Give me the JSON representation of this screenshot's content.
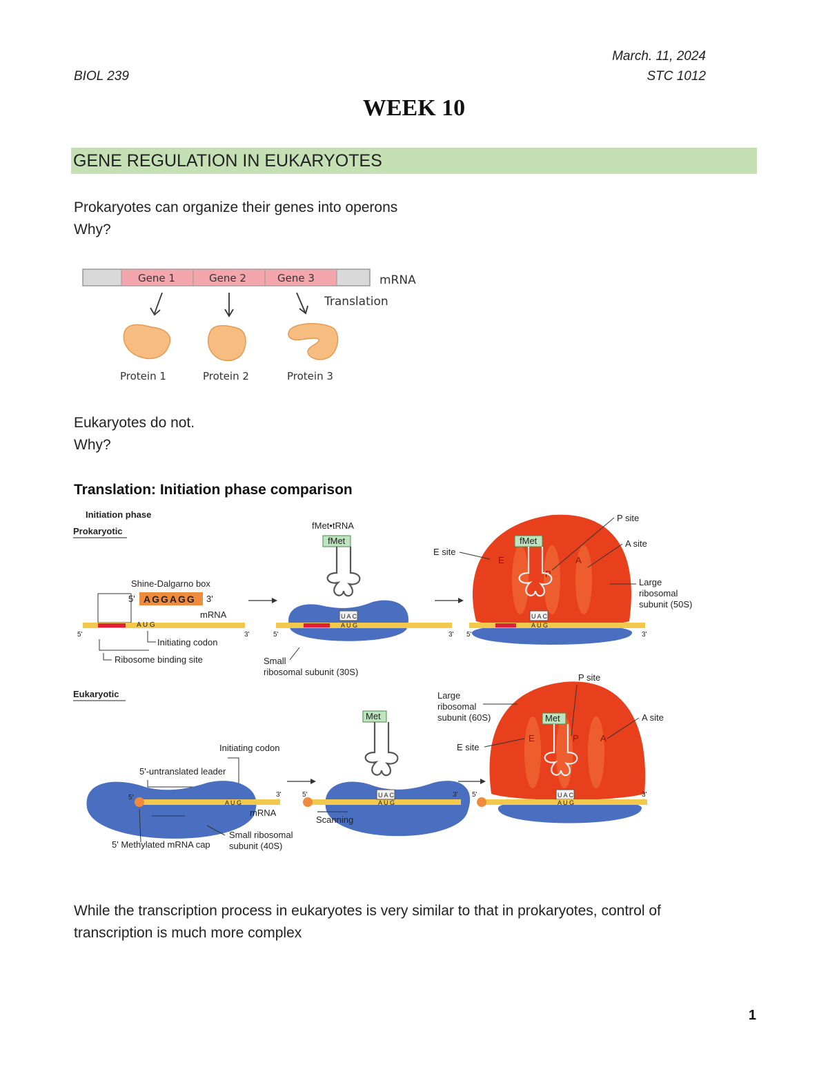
{
  "header": {
    "date": "March. 11, 2024",
    "course": "BIOL 239",
    "room": "STC 1012"
  },
  "title": "WEEK 10",
  "section": "GENE REGULATION IN EUKARYOTES",
  "paragraphs": {
    "p1": "Prokaryotes can organize their genes into operons",
    "p1_why": "Why?",
    "p2": "Eukaryotes do not.",
    "p2_why": "Why?",
    "p3_line1": "While the transcription process in eukaryotes is very similar to that in prokaryotes, control of",
    "p3_line2": "transcription is much more complex"
  },
  "operon_figure": {
    "genes": [
      "Gene 1",
      "Gene 2",
      "Gene 3"
    ],
    "mrna_label": "mRNA",
    "translation_label": "Translation",
    "proteins": [
      "Protein 1",
      "Protein 2",
      "Protein 3"
    ]
  },
  "translation_heading": "Translation: Initiation phase comparison",
  "initiation_figure": {
    "title": "Initiation phase",
    "prokaryotic": "Prokaryotic",
    "eukaryotic": "Eukaryotic",
    "shine_dalgarno": "Shine-Dalgarno box",
    "sd_seq": "AGGAGG",
    "five_prime": "5'",
    "three_prime": "3'",
    "mrna": "mRNA",
    "aug": "A U G",
    "uac": "U A C",
    "initiating_codon": "Initiating codon",
    "ribosome_binding_site": "Ribosome binding site",
    "fmet_trna": "fMet•tRNA",
    "fmet": "fMet",
    "met": "Met",
    "small_30s_line1": "Small",
    "small_30s_line2": "ribosomal subunit (30S)",
    "e_site": "E site",
    "p_site": "P site",
    "a_site": "A site",
    "e": "E",
    "p": "P",
    "a": "A",
    "large_50s_1": "Large",
    "large_50s_2": "ribosomal",
    "large_50s_3": "subunit (50S)",
    "large_60s_1": "Large",
    "large_60s_2": "ribosomal",
    "large_60s_3": "subunit (60S)",
    "utr_leader": "5'-untranslated leader",
    "methyl_cap": "5' Methylated mRNA cap",
    "small_40s_1": "Small ribosomal",
    "small_40s_2": "subunit (40S)",
    "scanning": "Scanning"
  },
  "page_number": "1",
  "colors": {
    "banner": "#c5e0b4",
    "gene_box": "#f4a6ad",
    "protein": "#f7bd80",
    "ribosome_small": "#4a6fc0",
    "ribosome_large": "#e8401c",
    "mrna": "#f2c94c",
    "trna_box": "#bfe3c0",
    "sd_box": "#f08a3c"
  }
}
